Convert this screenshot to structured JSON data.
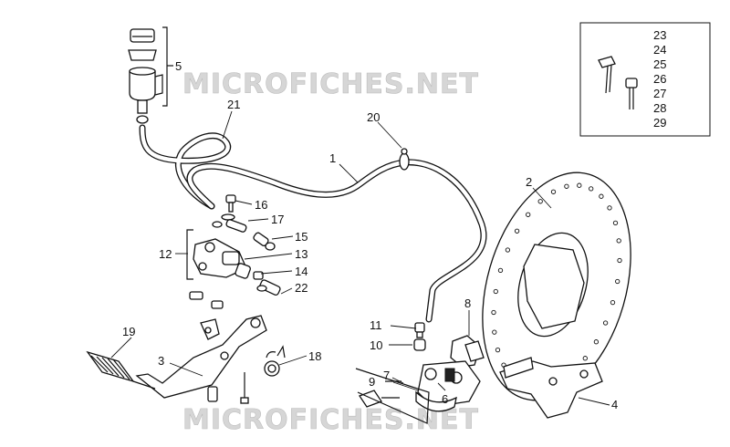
{
  "watermark": {
    "top": "MICROFICHES.NET",
    "bottom": "MICROFICHES.NET"
  },
  "callouts": [
    {
      "id": "1",
      "text": "1"
    },
    {
      "id": "2",
      "text": "2"
    },
    {
      "id": "3",
      "text": "3"
    },
    {
      "id": "4",
      "text": "4"
    },
    {
      "id": "5",
      "text": "5"
    },
    {
      "id": "6",
      "text": "6"
    },
    {
      "id": "7",
      "text": "7"
    },
    {
      "id": "8",
      "text": "8"
    },
    {
      "id": "9",
      "text": "9"
    },
    {
      "id": "10",
      "text": "10"
    },
    {
      "id": "11",
      "text": "11"
    },
    {
      "id": "12",
      "text": "12"
    },
    {
      "id": "13",
      "text": "13"
    },
    {
      "id": "14",
      "text": "14"
    },
    {
      "id": "15",
      "text": "15"
    },
    {
      "id": "16",
      "text": "16"
    },
    {
      "id": "17",
      "text": "17"
    },
    {
      "id": "18",
      "text": "18"
    },
    {
      "id": "19",
      "text": "19"
    },
    {
      "id": "20",
      "text": "20"
    },
    {
      "id": "21",
      "text": "21"
    },
    {
      "id": "22",
      "text": "22"
    }
  ],
  "inset": {
    "labels": [
      "23",
      "24",
      "25",
      "26",
      "27",
      "28",
      "29"
    ]
  }
}
